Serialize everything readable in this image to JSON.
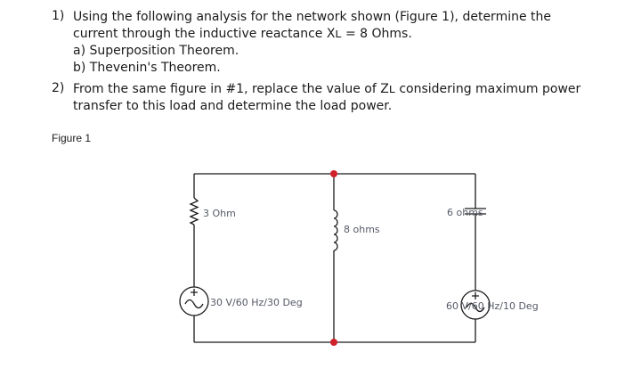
{
  "questions": [
    {
      "number": "1)",
      "line1": "Using the following analysis for the network shown (Figure 1), determine the",
      "line2": "current through the inductive reactance Xʟ = 8 Ohms.",
      "parts": [
        "a) Superposition Theorem.",
        "b) Thevenin's Theorem."
      ]
    },
    {
      "number": "2)",
      "line1": "From the same figure in #1, replace the value of Zʟ considering maximum power",
      "line2": "transfer to this load and determine the load power."
    }
  ],
  "figure_label": "Figure 1",
  "circuit": {
    "resistor_label": "3 Ohm",
    "inductor_label": "8 ohms",
    "capacitor_label": "6 ohms",
    "source1_label": "30 V/60 Hz/30 Deg",
    "source2_label": "60 V/60 Hz/10 Deg",
    "wire_color": "#1a1a1a",
    "node_color": "#d0202a"
  }
}
